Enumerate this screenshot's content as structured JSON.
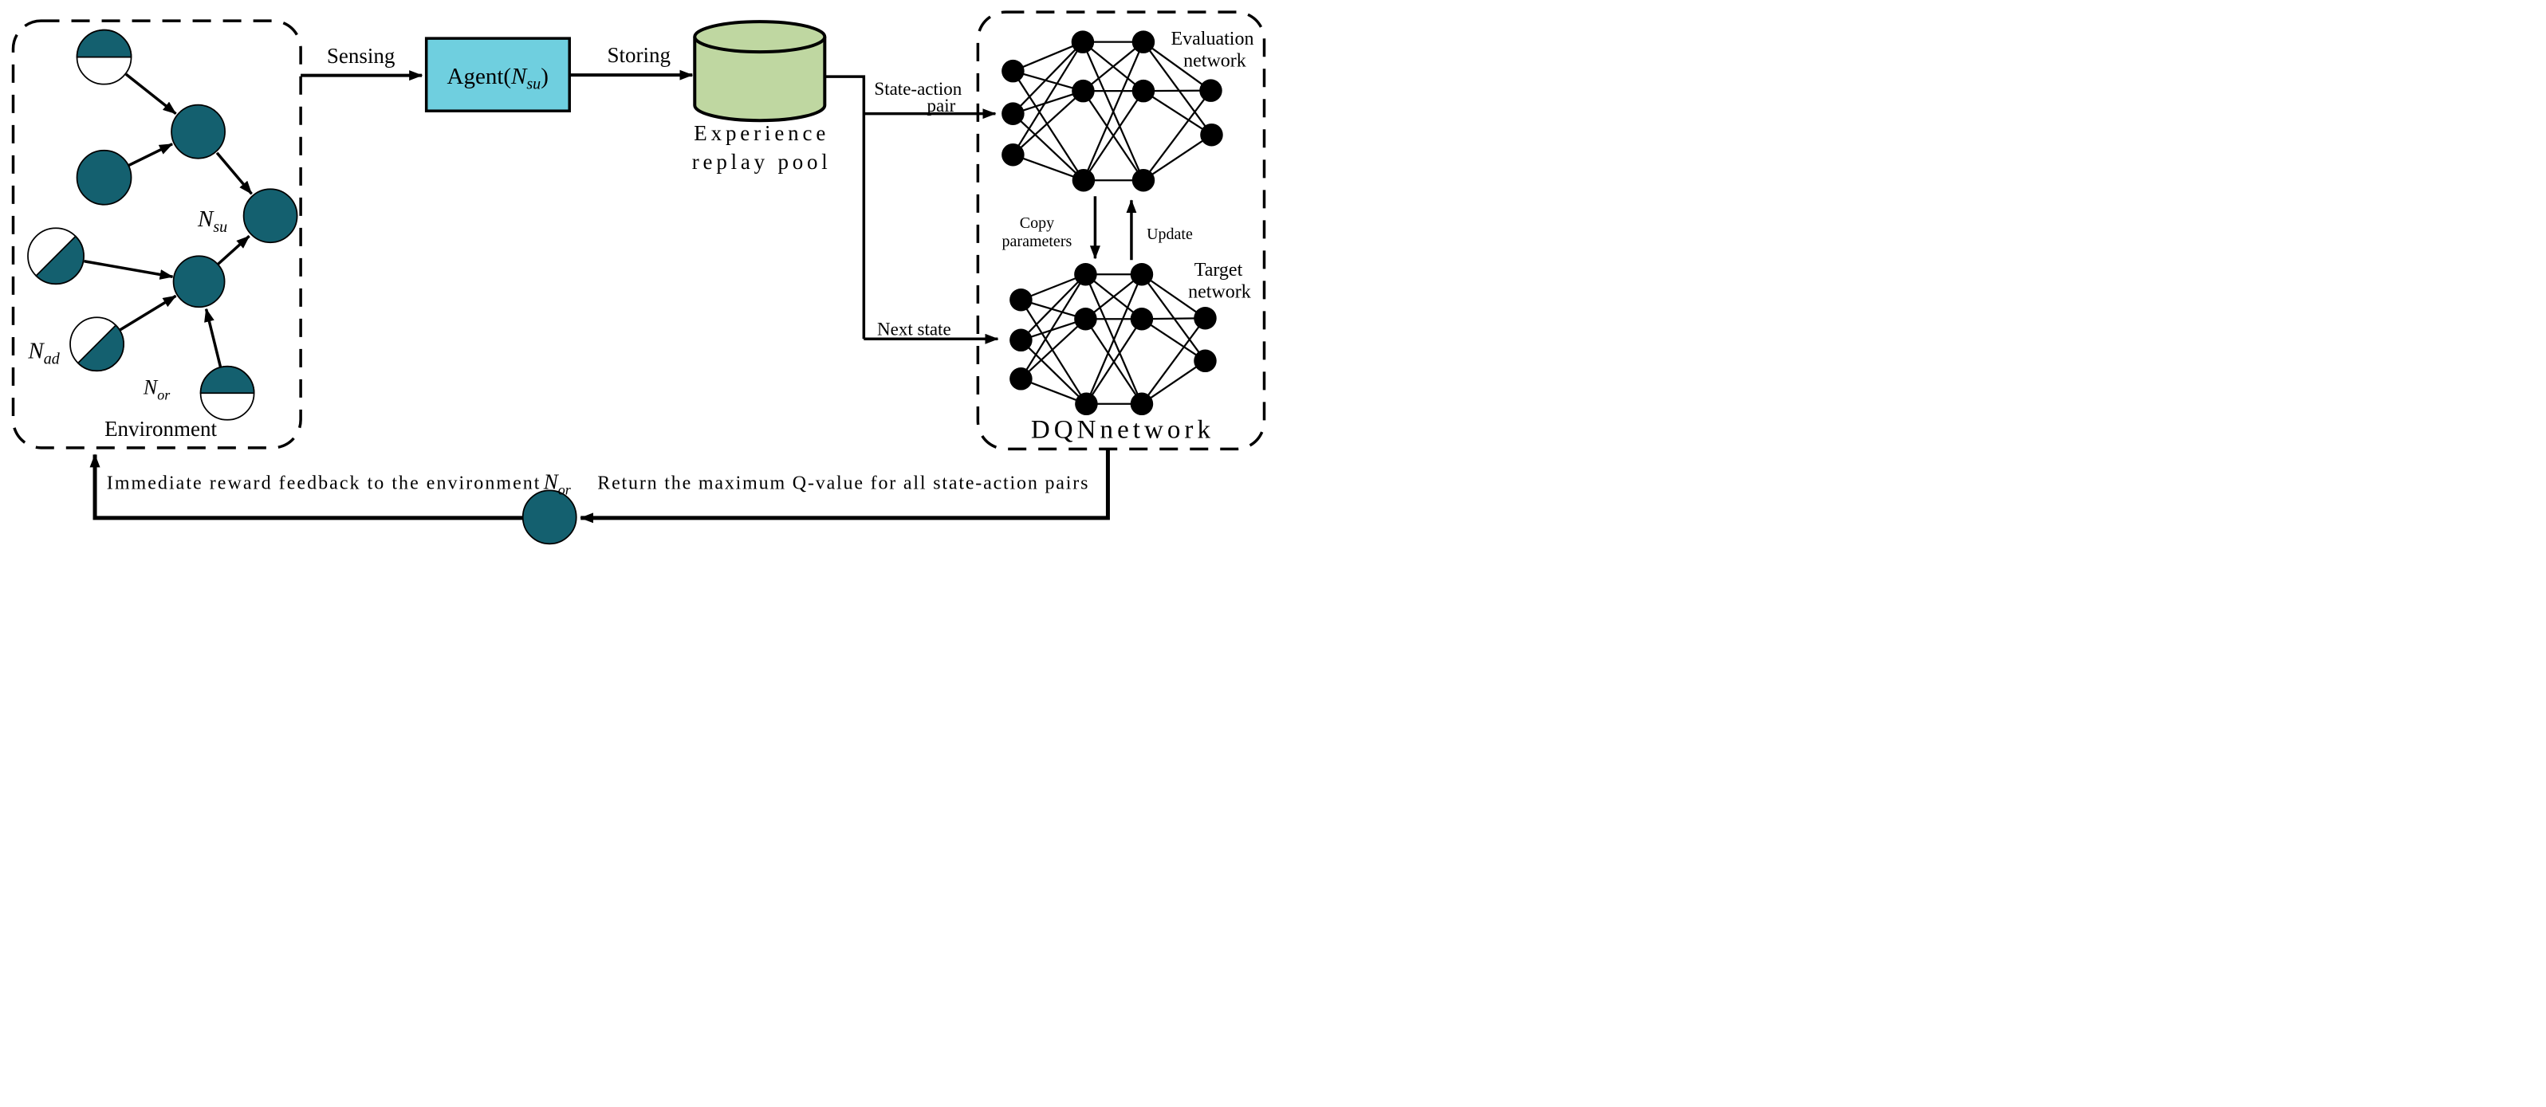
{
  "title": "DQN reinforcement learning architecture diagram",
  "environment": {
    "label": "Environment",
    "n_su": {
      "n": "N",
      "sub": "su"
    },
    "n_ad": {
      "n": "N",
      "sub": "ad"
    },
    "n_or": {
      "n": "N",
      "sub": "or"
    }
  },
  "agent": {
    "prefix": "Agent(",
    "n": "N",
    "sub": "su",
    "close": ")"
  },
  "flow": {
    "sensing": "Sensing",
    "storing": "Storing",
    "state_action_line1": "State-action",
    "state_action_line2": "pair",
    "next_state": "Next state",
    "copy_line1": "Copy",
    "copy_line2": "parameters",
    "update": "Update"
  },
  "replay_pool": {
    "line1": "Experience",
    "line2": "replay pool"
  },
  "dqn": {
    "label": "DQNnetwork",
    "evaluation_line1": "Evaluation",
    "evaluation_line2": "network",
    "target_line1": "Target",
    "target_line2": "network"
  },
  "feedback": {
    "immediate": "Immediate reward feedback to the environment",
    "n_or": {
      "n": "N",
      "sub": "or"
    },
    "return_q": "Return the maximum Q-value for all state-action pairs"
  },
  "colors": {
    "node_teal": "#14606F",
    "agent_cyan": "#6FCFDF",
    "pool_green": "#BFD7A1",
    "line_black": "#000000"
  }
}
